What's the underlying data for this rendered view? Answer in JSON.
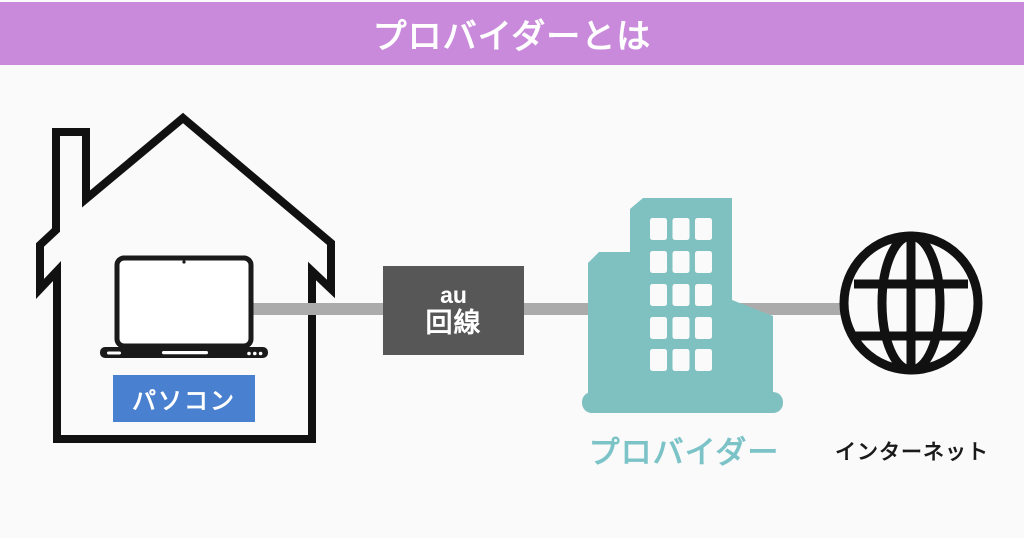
{
  "header": {
    "title": "プロバイダーとは",
    "bg_color": "#c98adc",
    "text_color": "#ffffff"
  },
  "diagram": {
    "outline_color": "#111111",
    "wire_color": "#ababab",
    "background_color": "#fafafa",
    "pc": {
      "label": "パソコン",
      "label_bg": "#4a80d0",
      "label_text_color": "#ffffff"
    },
    "line_box": {
      "line1": "au",
      "line2": "回線",
      "bg": "#575757",
      "text_color": "#ffffff"
    },
    "provider": {
      "label": "プロバイダー",
      "building_color": "#7fc1c1",
      "label_color": "#7cc3c8"
    },
    "internet": {
      "label": "インターネット",
      "label_color": "#1a1a1a"
    },
    "icons": [
      "house-icon",
      "laptop-icon",
      "office-building-icon",
      "globe-icon"
    ]
  }
}
